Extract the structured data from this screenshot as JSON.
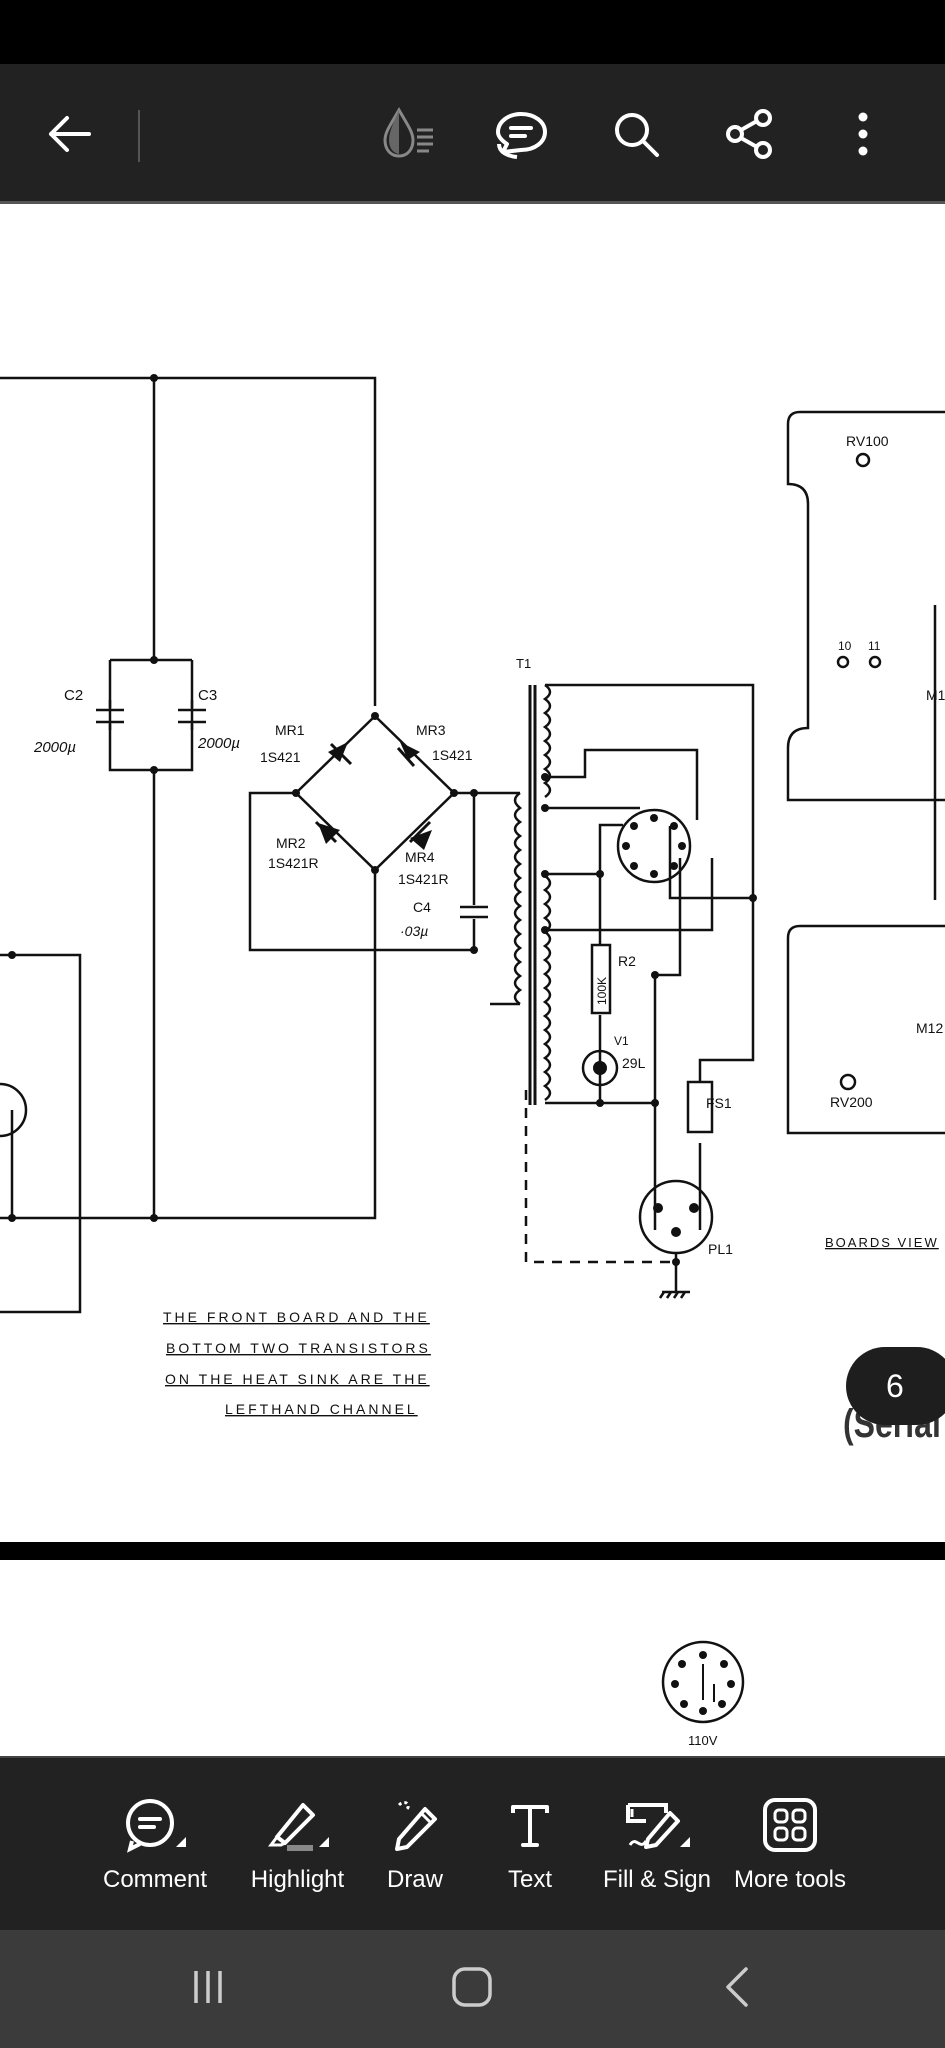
{
  "toolbar": {
    "back": "back-arrow-icon",
    "icons": [
      "liquid-mode-icon",
      "comments-icon",
      "search-icon",
      "share-icon",
      "more-vertical-icon"
    ]
  },
  "schematic": {
    "components": {
      "c2": "C2",
      "c2_val": "2000µ",
      "c3": "C3",
      "c3_val": "2000µ",
      "mr1": "MR1",
      "mr1_part": "1S421",
      "mr3": "MR3",
      "mr3_part": "1S421",
      "mr2": "MR2",
      "mr2_part": "1S421R",
      "mr4": "MR4",
      "mr4_part": "1S421R",
      "c4": "C4",
      "c4_val": "·03µ",
      "t1": "T1",
      "r2": "R2",
      "r2_val": "100K",
      "v1": "V1",
      "v1_val": "29L",
      "fs1": "FS1",
      "pl1": "PL1",
      "rv100": "RV100",
      "rv200": "RV200",
      "p10": "10",
      "p11": "11",
      "m1": "M1",
      "m12": "M12",
      "boards": "BOARDS VIEW",
      "plug_voltage": "110V"
    },
    "note": [
      "THE FRONT BOARD AND THE",
      "BOTTOM TWO TRANSISTORS",
      "ON THE HEAT SINK ARE THE",
      "LEFTHAND CHANNEL"
    ],
    "serial": "(Serial"
  },
  "page_number": "6",
  "bottom_tools": [
    {
      "label": "Comment",
      "icon": "comment-icon"
    },
    {
      "label": "Highlight",
      "icon": "highlight-icon"
    },
    {
      "label": "Draw",
      "icon": "draw-icon"
    },
    {
      "label": "Text",
      "icon": "text-icon"
    },
    {
      "label": "Fill & Sign",
      "icon": "fill-sign-icon"
    },
    {
      "label": "More tools",
      "icon": "more-tools-icon"
    }
  ],
  "nav": [
    "recents-icon",
    "home-icon",
    "back-icon"
  ]
}
